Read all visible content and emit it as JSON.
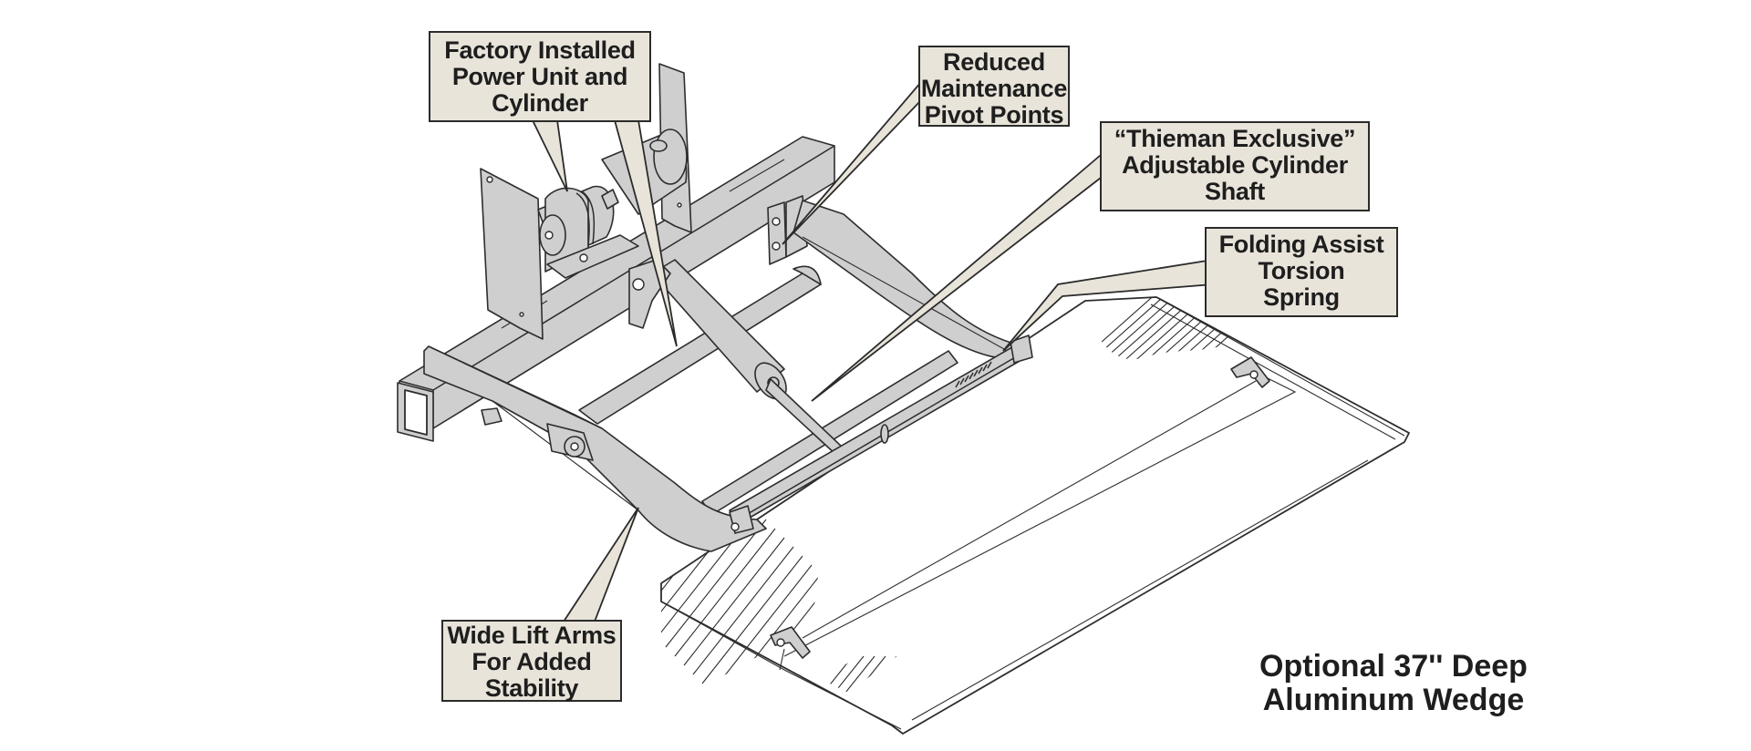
{
  "figure": {
    "subject": "Lift gate mechanism with optional aluminum wedge",
    "colors": {
      "callout_fill": "#e9e4da",
      "callout_border": "#2b2b2b",
      "steel": "#cfcfcf",
      "text": "#1e1e1e"
    }
  },
  "callouts": [
    {
      "id": "power-unit",
      "lines": [
        "Factory Installed",
        "Power Unit and",
        "Cylinder"
      ]
    },
    {
      "id": "pivot-points",
      "lines": [
        "Reduced",
        "Maintenance",
        "Pivot Points"
      ]
    },
    {
      "id": "cylinder-shaft",
      "lines": [
        "“Thieman Exclusive”",
        "Adjustable Cylinder",
        "Shaft"
      ]
    },
    {
      "id": "torsion-spring",
      "lines": [
        "Folding Assist",
        "Torsion",
        "Spring"
      ]
    },
    {
      "id": "lift-arms",
      "lines": [
        "Wide Lift Arms",
        "For Added",
        "Stability"
      ]
    }
  ],
  "caption": {
    "lines": [
      "Optional 37'' Deep",
      "Aluminum Wedge"
    ]
  }
}
